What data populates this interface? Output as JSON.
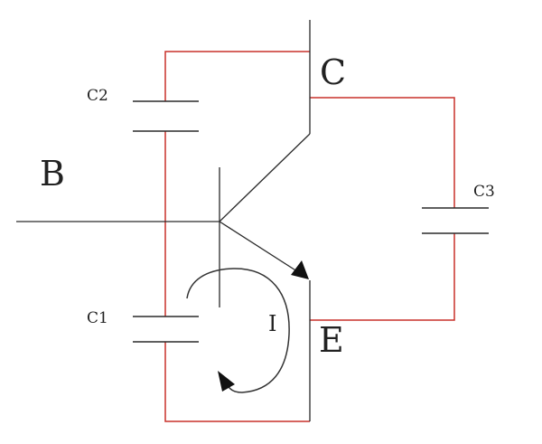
{
  "labels": {
    "B": "B",
    "C": "C",
    "E": "E",
    "C1": "C1",
    "C2": "C2",
    "C3": "C3",
    "I": "I"
  },
  "colors": {
    "wire_black": "#2a2a2a",
    "wire_red": "#c8302a",
    "arrow": "#111111"
  }
}
